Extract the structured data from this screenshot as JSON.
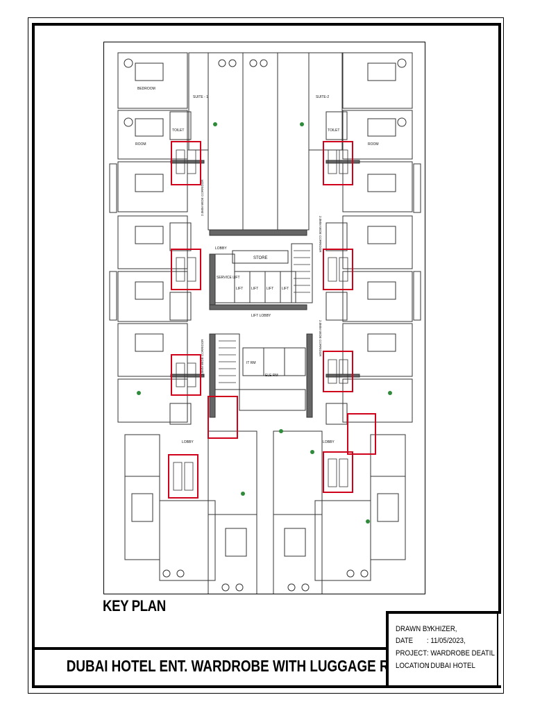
{
  "plan": {
    "key_plan_label": "KEY PLAN",
    "labels": {
      "bedroom": "BEDROOM",
      "suite1": "SUITE - 1",
      "suite2": "SUITE-2",
      "room": "ROOM",
      "store": "STORE",
      "service_lift": "SERVICE LIFT",
      "lift": "LIFT",
      "lift_lobby": "LIFT LOBBY",
      "lobby": "LOBBY",
      "toilet": "TOILET",
      "ele_rm": "ELE RM",
      "it_rm": "IT RM",
      "corridor": "2.0MM WIDE CORRIDOR"
    }
  },
  "title_block": {
    "main_title": "DUBAI HOTEL ENT. WARDROBE WITH LUGGAGE RACK",
    "rows": [
      {
        "key": "DRAWN BY",
        "value": ": KHIZER,"
      },
      {
        "key": "DATE",
        "value": ": 11/05/2023,"
      },
      {
        "key": "PROJECT",
        "value": ": WARDROBE DEATIL"
      },
      {
        "key": "LOCATION",
        "value": ": DUBAI HOTEL"
      }
    ]
  },
  "colors": {
    "highlight": "#d0021b",
    "wall": "#555555",
    "line": "#333333"
  }
}
